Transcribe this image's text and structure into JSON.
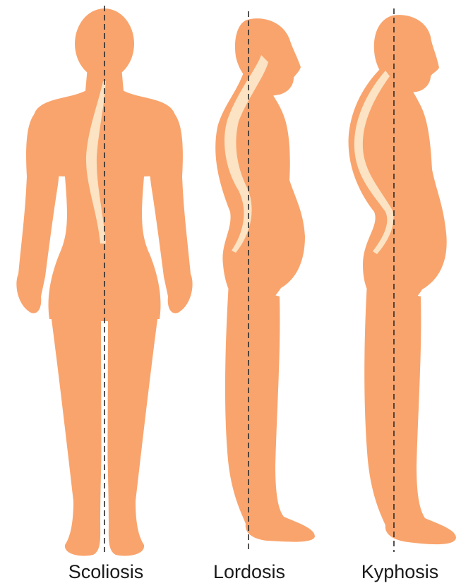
{
  "colors": {
    "body": "#F9A46D",
    "spine": "#FBE3C3",
    "axis_line": "#2a2a2a",
    "caption_text": "#1a1a1a"
  },
  "figures": [
    {
      "id": "scoliosis",
      "view": "back",
      "caption": "Scoliosis"
    },
    {
      "id": "lordosis",
      "view": "side",
      "caption": "Lordosis"
    },
    {
      "id": "kyphosis",
      "view": "side",
      "caption": "Kyphosis"
    }
  ]
}
